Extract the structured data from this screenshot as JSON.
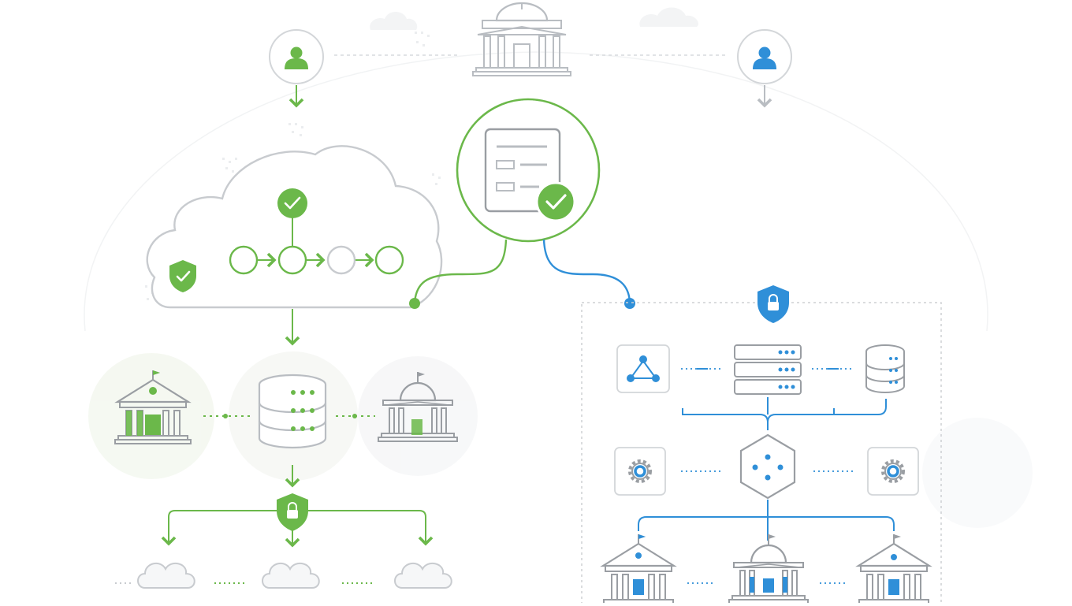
{
  "colors": {
    "green": "#6bb84a",
    "blue": "#2f8fd8",
    "gray": "#c8cbcf",
    "dark_gray": "#9a9ea3",
    "light_green_bg": "#f1f6ec",
    "light_gray_bg": "#f4f5f6"
  },
  "icons": {
    "left_user": "user-icon",
    "right_user": "user-icon",
    "top_institution": "government-building-icon",
    "document": "document-icon",
    "verified": "checkmark-icon",
    "cloud": "cloud-icon",
    "shield": "shield-check-icon",
    "lock": "shield-lock-icon",
    "database": "database-icon",
    "bank": "bank-icon",
    "network": "network-nodes-icon",
    "server": "server-rack-icon",
    "gear": "gear-icon",
    "hub": "hexagon-hub-icon"
  },
  "diagram": {
    "left_flow": {
      "process_steps": 4,
      "active_steps": [
        1,
        2,
        4
      ],
      "institutions": 2,
      "output_clouds": 3
    },
    "right_flow": {
      "top_components": [
        "network-nodes-icon",
        "server-rack-icon",
        "database-icon"
      ],
      "middle_components": [
        "gear-icon",
        "hexagon-hub-icon",
        "gear-icon"
      ],
      "bottom_institutions": 3
    }
  }
}
